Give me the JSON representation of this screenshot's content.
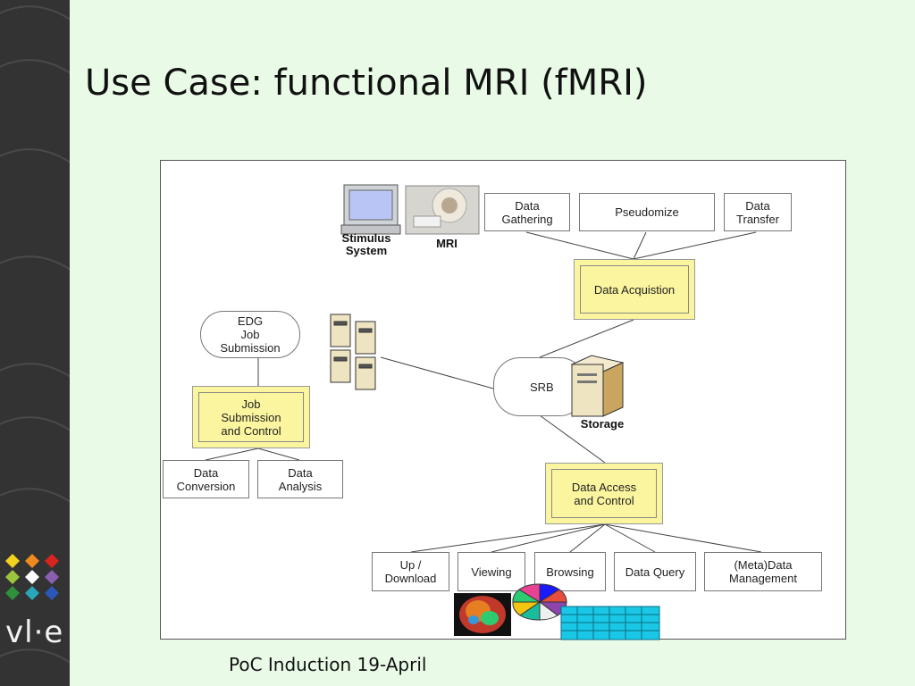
{
  "slide": {
    "title": "Use Case: functional MRI (fMRI)",
    "footer": "PoC Induction 19-April",
    "logo_text": "vl·e"
  },
  "diagram": {
    "top_boxes": {
      "data_gathering": "Data\nGathering",
      "pseudomize": "Pseudomize",
      "data_transfer": "Data\nTransfer"
    },
    "data_acquisition": "Data Acquistion",
    "stimulus_label": "Stimulus\nSystem",
    "mri_label": "MRI",
    "edg_label": "EDG\nJob\nSubmission",
    "job_control": "Job\nSubmission\nand Control",
    "data_conversion": "Data\nConversion",
    "data_analysis": "Data\nAnalysis",
    "srb_label": "SRB",
    "storage_label": "Storage",
    "data_access": "Data Access\nand Control",
    "bottom_boxes": {
      "upload": "Up /\nDownload",
      "viewing": "Viewing",
      "browsing": "Browsing",
      "data_query": "Data Query",
      "meta_data": "(Meta)Data\nManagement"
    }
  },
  "colors": {
    "sidebar": "#333333",
    "background": "#e9fbe7",
    "highlight_box": "#fbf59f"
  }
}
